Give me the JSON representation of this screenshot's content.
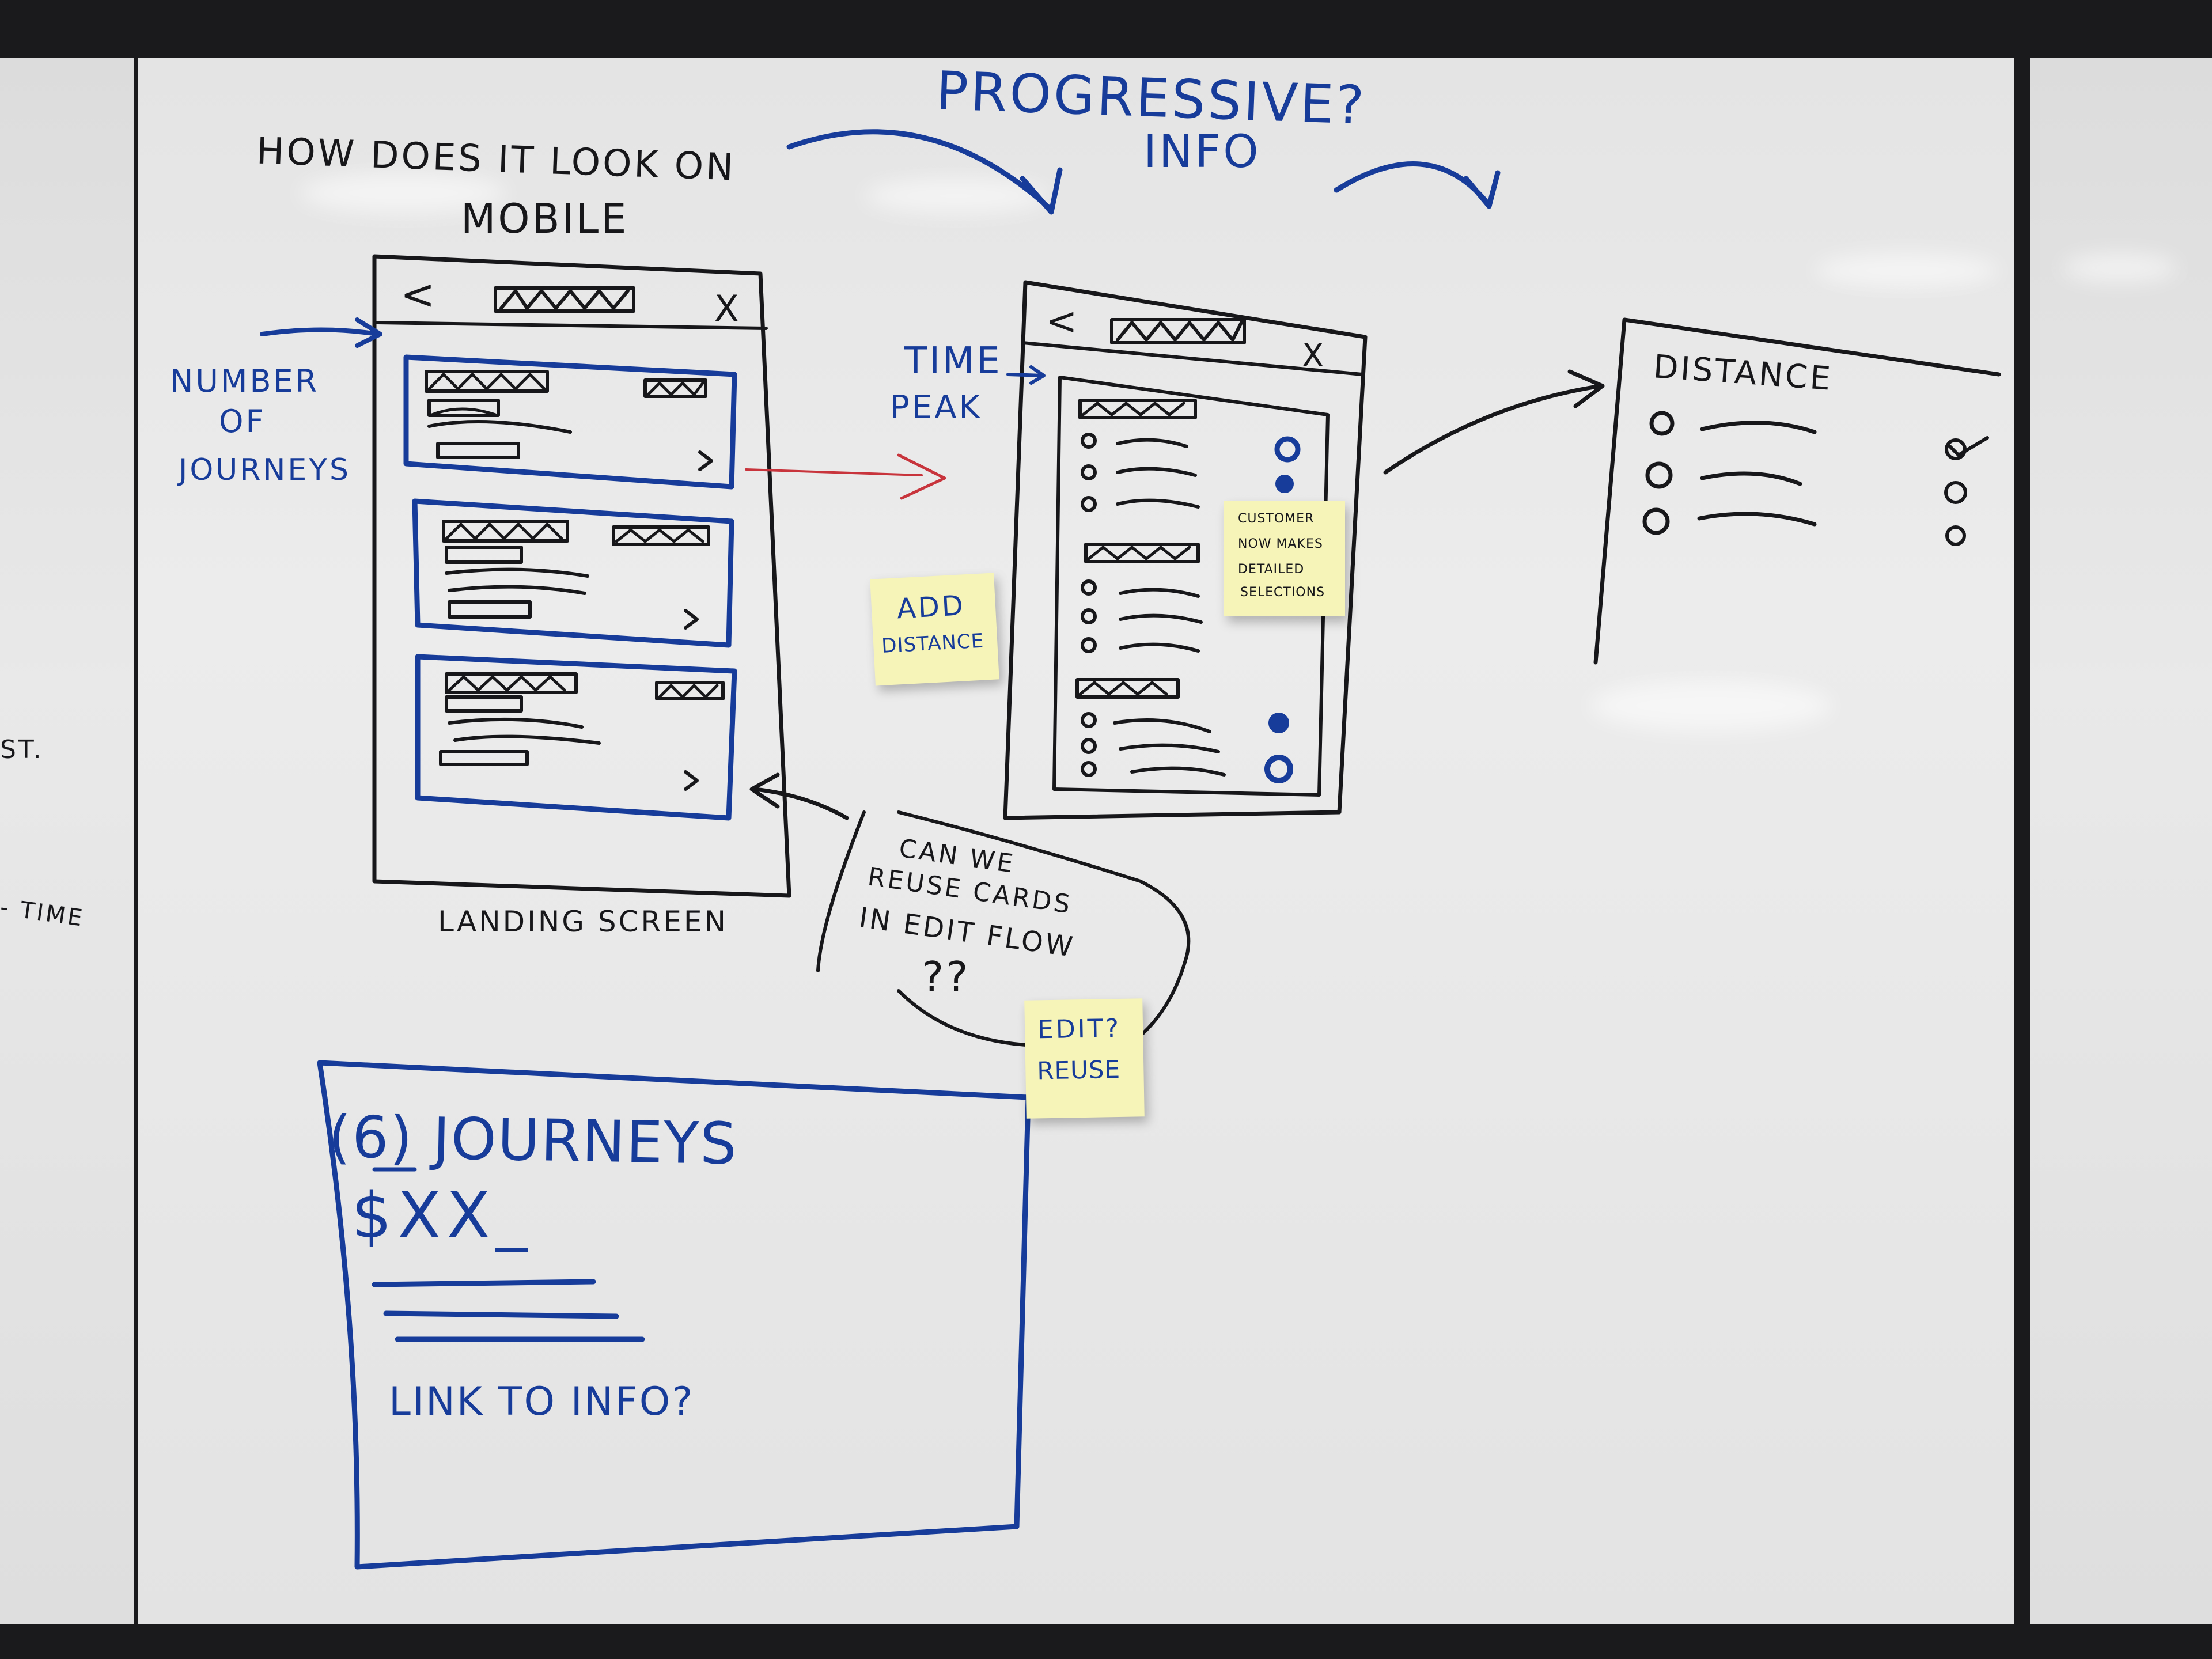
{
  "header": {
    "progressive": "PROGRESSIVE?",
    "info": "INFO",
    "mobile_line1": "HOW DOES IT LOOK ON",
    "mobile_line2": "MOBILE"
  },
  "landing_sketch": {
    "back": "<",
    "close": "X",
    "caption": "LANDING SCREEN"
  },
  "labels": {
    "number": "NUMBER",
    "of": "OF",
    "journeys": "JOURNEYS",
    "time": "TIME",
    "peak": "PEAK",
    "distance": "DISTANCE"
  },
  "detail_sketch": {
    "back": "<",
    "close": "X"
  },
  "bubble": {
    "line1": "CAN WE",
    "line2": "REUSE CARDS",
    "line3": "IN     EDIT FLOW",
    "line4": "??"
  },
  "stickies": {
    "add_distance": [
      "ADD",
      "DISTANCE"
    ],
    "customer": [
      "CUSTOMER",
      "NOW MAKES",
      "DETAILED",
      "SELECTIONS"
    ],
    "edit_reuse": [
      "EDIT?",
      "REUSE"
    ]
  },
  "journey_card": {
    "title": "(6) JOURNEYS",
    "price": "$XX_",
    "link": "LINK TO INFO?"
  },
  "left_panel": {
    "fragment1": "ST.",
    "fragment2": "- TIME"
  },
  "colors": {
    "ink_black": "#17171a",
    "ink_blue": "#173c9a",
    "ink_red": "#c8343c",
    "sticky": "#f6f4b8"
  }
}
